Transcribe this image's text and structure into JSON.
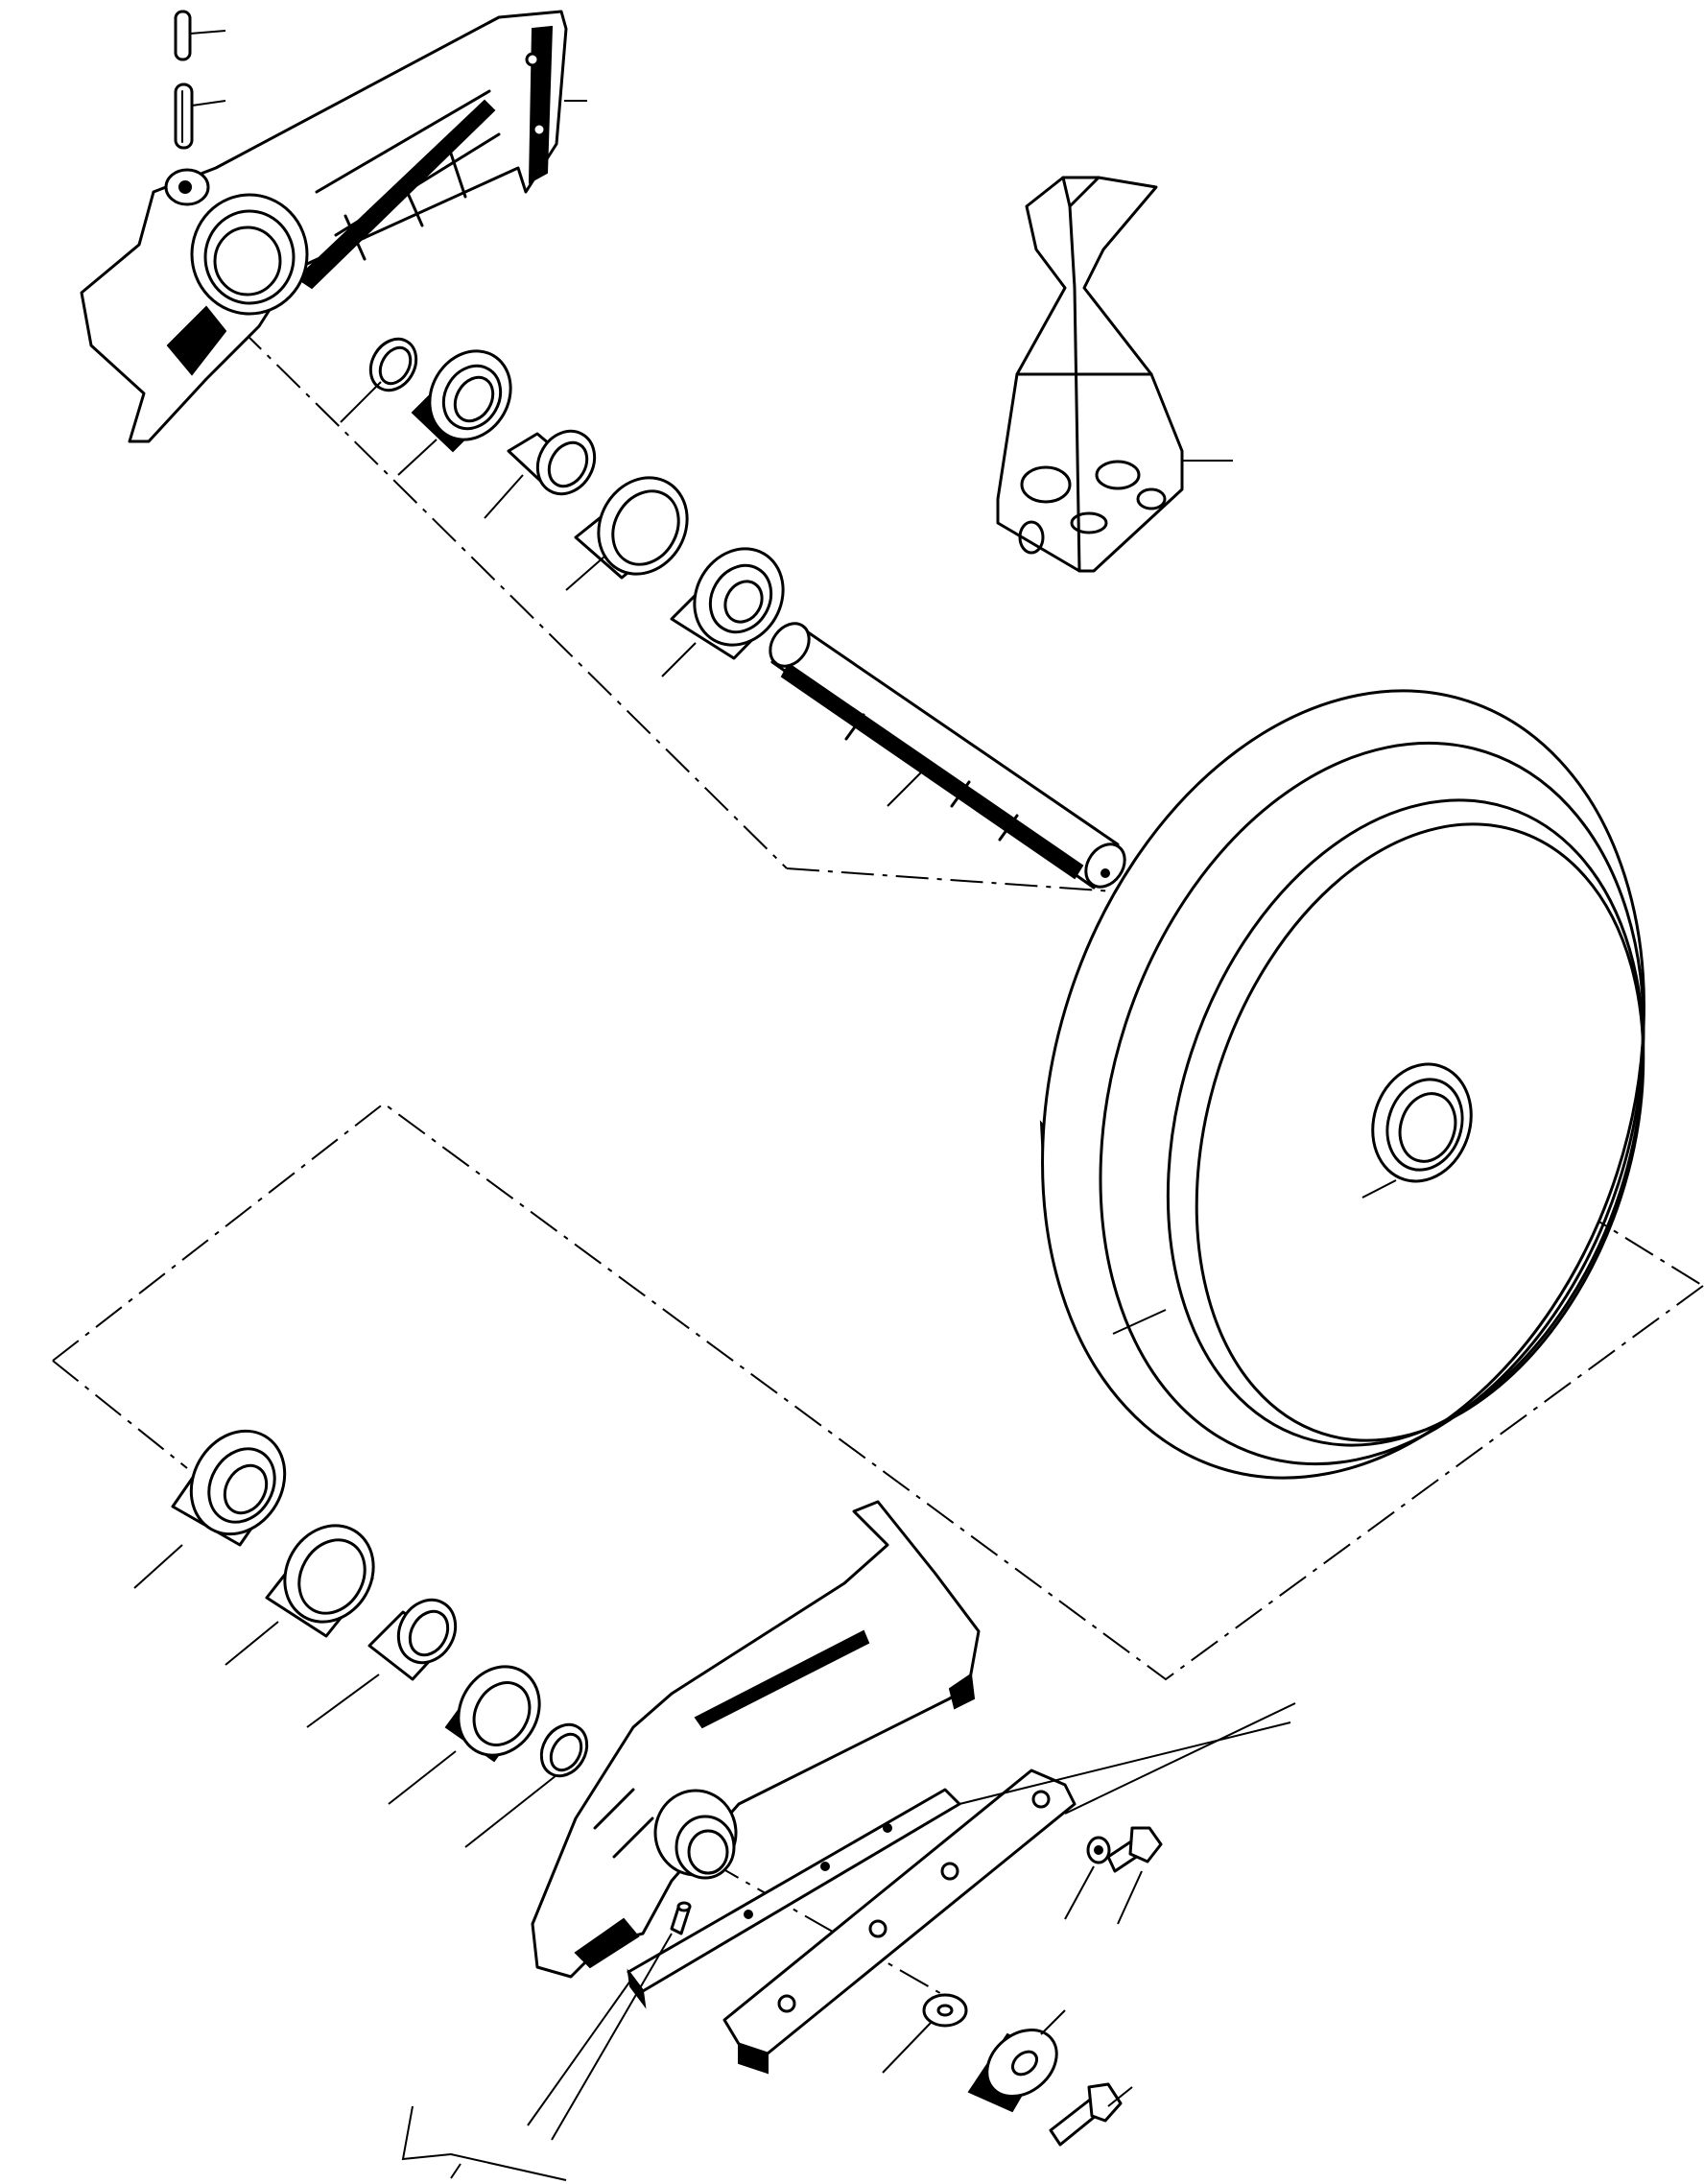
{
  "diagram": {
    "kind": "exploded parts view",
    "text_labels": [],
    "components": [
      "idler-yoke-front",
      "roll-pin",
      "o-ring",
      "seal",
      "spacer",
      "bearing-cup",
      "bearing-cone",
      "idler-shaft",
      "parts-bag",
      "idler-wheel",
      "idler-yoke-rear",
      "guide-bar",
      "wear-plate",
      "washer",
      "bolt",
      "retainer",
      "lock-washer"
    ],
    "colors": {
      "ink": "#000000",
      "paper": "#ffffff"
    }
  }
}
